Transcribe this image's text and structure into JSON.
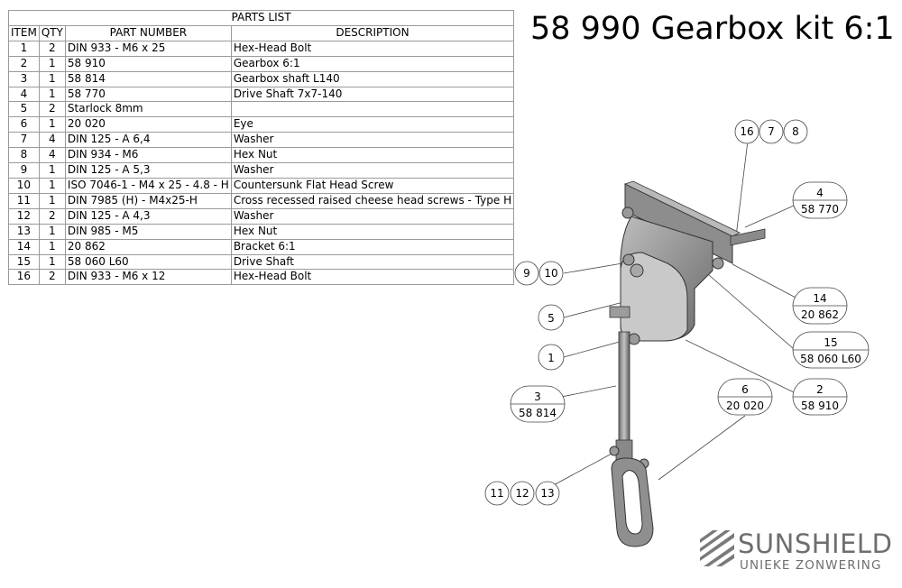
{
  "parts_list": {
    "title": "PARTS LIST",
    "headers": {
      "item": "ITEM",
      "qty": "QTY",
      "part": "PART NUMBER",
      "desc": "DESCRIPTION"
    },
    "rows": [
      {
        "item": "1",
        "qty": "2",
        "part": "DIN 933 - M6  x 25",
        "desc": "Hex-Head Bolt"
      },
      {
        "item": "2",
        "qty": "1",
        "part": "58 910",
        "desc": "Gearbox 6:1"
      },
      {
        "item": "3",
        "qty": "1",
        "part": "58 814",
        "desc": "Gearbox shaft L140"
      },
      {
        "item": "4",
        "qty": "1",
        "part": "58 770",
        "desc": "Drive Shaft 7x7-140"
      },
      {
        "item": "5",
        "qty": "2",
        "part": "Starlock 8mm",
        "desc": ""
      },
      {
        "item": "6",
        "qty": "1",
        "part": "20 020",
        "desc": "Eye"
      },
      {
        "item": "7",
        "qty": "4",
        "part": "DIN 125 - A 6,4",
        "desc": "Washer"
      },
      {
        "item": "8",
        "qty": "4",
        "part": "DIN 934 - M6",
        "desc": "Hex Nut"
      },
      {
        "item": "9",
        "qty": "1",
        "part": "DIN 125 - A 5,3",
        "desc": "Washer"
      },
      {
        "item": "10",
        "qty": "1",
        "part": "ISO 7046-1  - M4 x 25 - 4.8 - H",
        "desc": "Countersunk Flat Head Screw"
      },
      {
        "item": "11",
        "qty": "1",
        "part": "DIN 7985 (H) - M4x25-H",
        "desc": "Cross recessed raised cheese head screws - Type H"
      },
      {
        "item": "12",
        "qty": "2",
        "part": "DIN 125 - A 4,3",
        "desc": "Washer"
      },
      {
        "item": "13",
        "qty": "1",
        "part": "DIN 985 - M5",
        "desc": "Hex Nut"
      },
      {
        "item": "14",
        "qty": "1",
        "part": "20 862",
        "desc": "Bracket 6:1"
      },
      {
        "item": "15",
        "qty": "1",
        "part": "58 060 L60",
        "desc": "Drive Shaft"
      },
      {
        "item": "16",
        "qty": "2",
        "part": "DIN 933 - M6  x 12",
        "desc": "Hex-Head Bolt"
      }
    ]
  },
  "title": "58 990 Gearbox kit 6:1",
  "balloons": {
    "b16": "16",
    "b7": "7",
    "b8": "8",
    "b4_item": "4",
    "b4_part": "58 770",
    "b9": "9",
    "b10": "10",
    "b14_item": "14",
    "b14_part": "20 862",
    "b5": "5",
    "b15_item": "15",
    "b15_part": "58 060 L60",
    "b1": "1",
    "b3_item": "3",
    "b3_part": "58 814",
    "b6_item": "6",
    "b6_part": "20 020",
    "b2_item": "2",
    "b2_part": "58 910",
    "b11": "11",
    "b12": "12",
    "b13": "13"
  },
  "brand": {
    "name": "SUNSHIELD",
    "tagline": "UNIEKE ZONWERING",
    "color": "#6e6e6e"
  }
}
